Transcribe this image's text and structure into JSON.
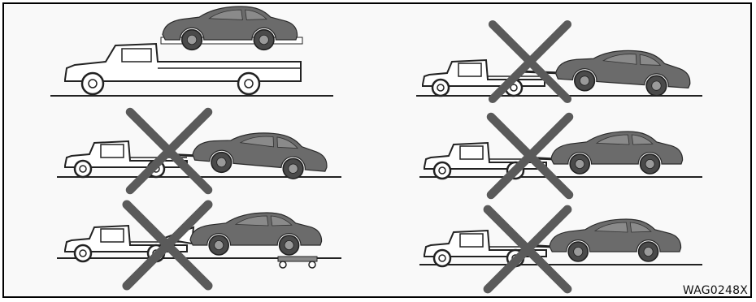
{
  "figure": {
    "code": "WAG0248X"
  },
  "panels": [
    {
      "method": "flatbed",
      "prohibited": false
    },
    {
      "method": "wheel-lift-front-raised-rear-on-ground",
      "prohibited": true
    },
    {
      "method": "tow-rear-raised",
      "prohibited": true
    },
    {
      "method": "tow-front-raised",
      "prohibited": true
    },
    {
      "method": "dolly-under-rear-wheels",
      "prohibited": true
    },
    {
      "method": "tow-all-wheels-on-ground",
      "prohibited": true
    }
  ],
  "colors": {
    "car_body": "#6b6b6b",
    "truck_line": "#222222",
    "cross": "#5a5a5a",
    "background": "#f9f9f9"
  }
}
